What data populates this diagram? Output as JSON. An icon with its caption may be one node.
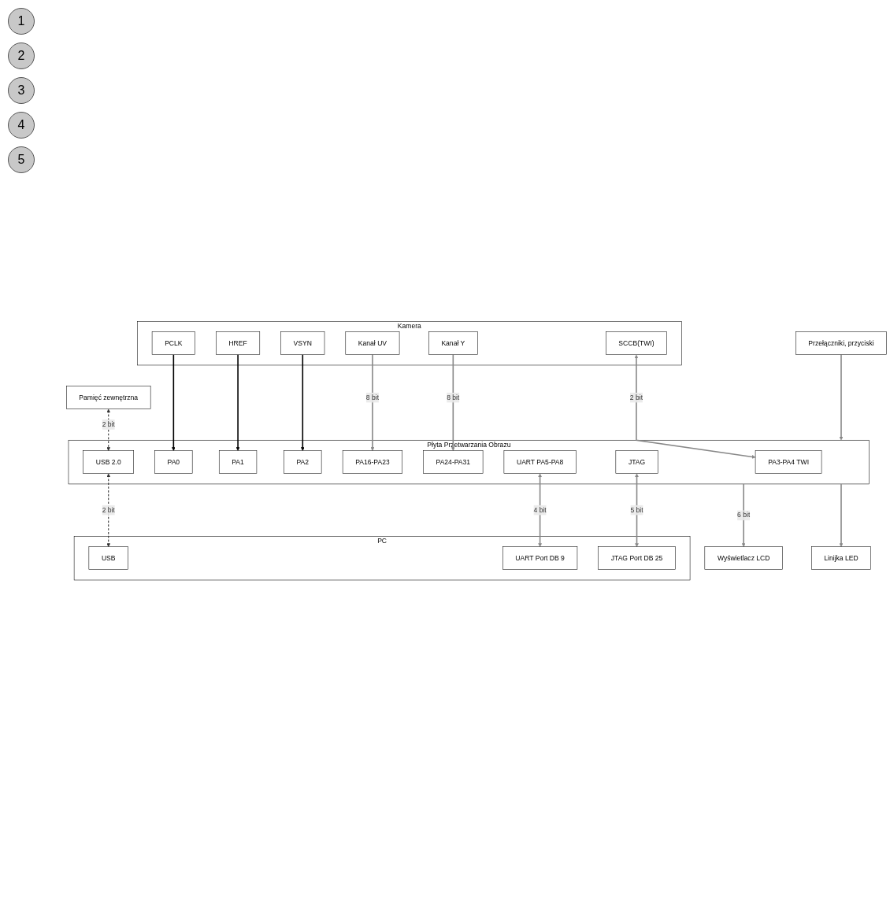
{
  "diagram": {
    "nodes": [
      {
        "text": [
          "Kamera"
        ]
      },
      {
        "text": [
          "SCCB(TWI)"
        ],
        "in": 0
      },
      {
        "text": [
          "PCLK"
        ],
        "in": 0
      },
      {
        "text": [
          "HREF"
        ],
        "in": 0
      },
      {
        "text": [
          "VSYN"
        ],
        "in": 0
      },
      {
        "text": [
          "Kanał UV"
        ],
        "in": 0
      },
      {
        "text": [
          "Kanał Y"
        ],
        "in": 0
      },
      {
        "text": [
          "Płyta Przetwarzania Obrazu"
        ]
      },
      {
        "text": [
          "PA3-PA4 TWI"
        ],
        "in": 7
      },
      {
        "text": [
          "PA0"
        ],
        "in": 7
      },
      {
        "text": [
          "PA1"
        ],
        "in": 7
      },
      {
        "text": [
          "PA2"
        ],
        "in": 7
      },
      {
        "text": [
          "PA16-PA23"
        ],
        "in": 7
      },
      {
        "text": [
          "PA24-PA31"
        ],
        "in": 7
      },
      {
        "text": [
          "USB 2.0"
        ],
        "in": 7
      },
      {
        "text": [
          "UART PA5-PA8"
        ],
        "in": 7
      },
      {
        "text": [
          "JTAG"
        ],
        "in": 7
      },
      {
        "text": [
          "Przełączniki, przyciski"
        ]
      },
      {
        "text": [
          "Wyświetlacz LCD"
        ]
      },
      {
        "text": [
          "Linijka LED"
        ]
      },
      {
        "text": [
          "Pamięć zewnętrzna"
        ]
      },
      {
        "text": [
          "PC"
        ]
      },
      {
        "text": [
          "USB"
        ],
        "in": 21
      },
      {
        "text": [
          "UART Port DB 9"
        ],
        "in": 21
      },
      {
        "text": [
          "JTAG Port DB 25"
        ],
        "in": 21
      }
    ],
    "edges": [
      {
        "from": 1,
        "to": 8,
        "arrow": "both",
        "label": "2 bit"
      },
      {
        "from": 2,
        "to": 9,
        "arrow": "to",
        "color": "#000000"
      },
      {
        "from": 3,
        "to": 10,
        "arrow": "to",
        "color": "#000000"
      },
      {
        "from": 4,
        "to": 11,
        "arrow": "to",
        "color": "#000000"
      },
      {
        "from": 5,
        "to": 12,
        "arrow": "to",
        "label": "8 bit"
      },
      {
        "from": 6,
        "to": 13,
        "arrow": "to",
        "label": "8 bit"
      },
      {
        "from": 17,
        "to": 7,
        "arrow": "to"
      },
      {
        "from": 7,
        "to": 18,
        "arrow": "to",
        "label": "6 bit"
      },
      {
        "from": 7,
        "to": 19,
        "arrow": "to"
      },
      {
        "from": 20,
        "to": 14,
        "arrow": "both",
        "label": "2 bit",
        "style": "dashed"
      },
      {
        "from": 14,
        "to": 22,
        "arrow": "both",
        "label": "2 bit",
        "style": "dashed"
      },
      {
        "from": 15,
        "to": 23,
        "arrow": "both",
        "label": "4 bit"
      },
      {
        "from": 16,
        "to": 24,
        "arrow": "both",
        "label": "5 bit"
      }
    ],
    "labels": [
      "1",
      "2",
      "3",
      "4",
      "5"
    ]
  }
}
